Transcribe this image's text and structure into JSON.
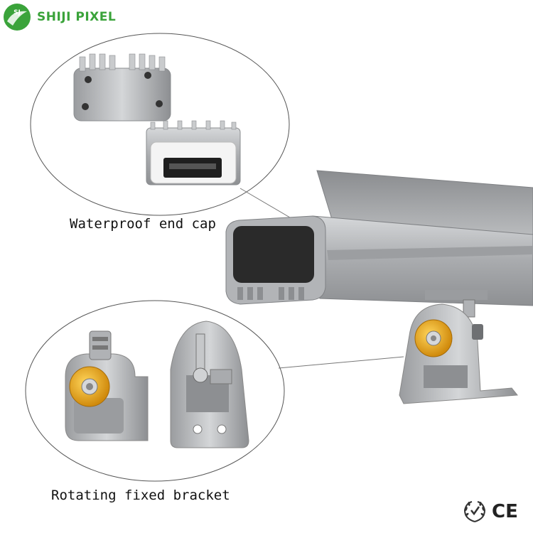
{
  "brand": {
    "name": "SHIJI PIXEL",
    "badge": "SJ",
    "color": "#3aa33a"
  },
  "callouts": {
    "end_cap_label": "Waterproof end cap",
    "bracket_label": "Rotating fixed bracket"
  },
  "certifications": {
    "ce_mark": "CE",
    "wreath_icon": "laurel-wreath-icon"
  },
  "colors": {
    "aluminum": "#b4b6b9",
    "dark_cap": "#2c2c2c",
    "brass_knob": "#e3a21a"
  }
}
